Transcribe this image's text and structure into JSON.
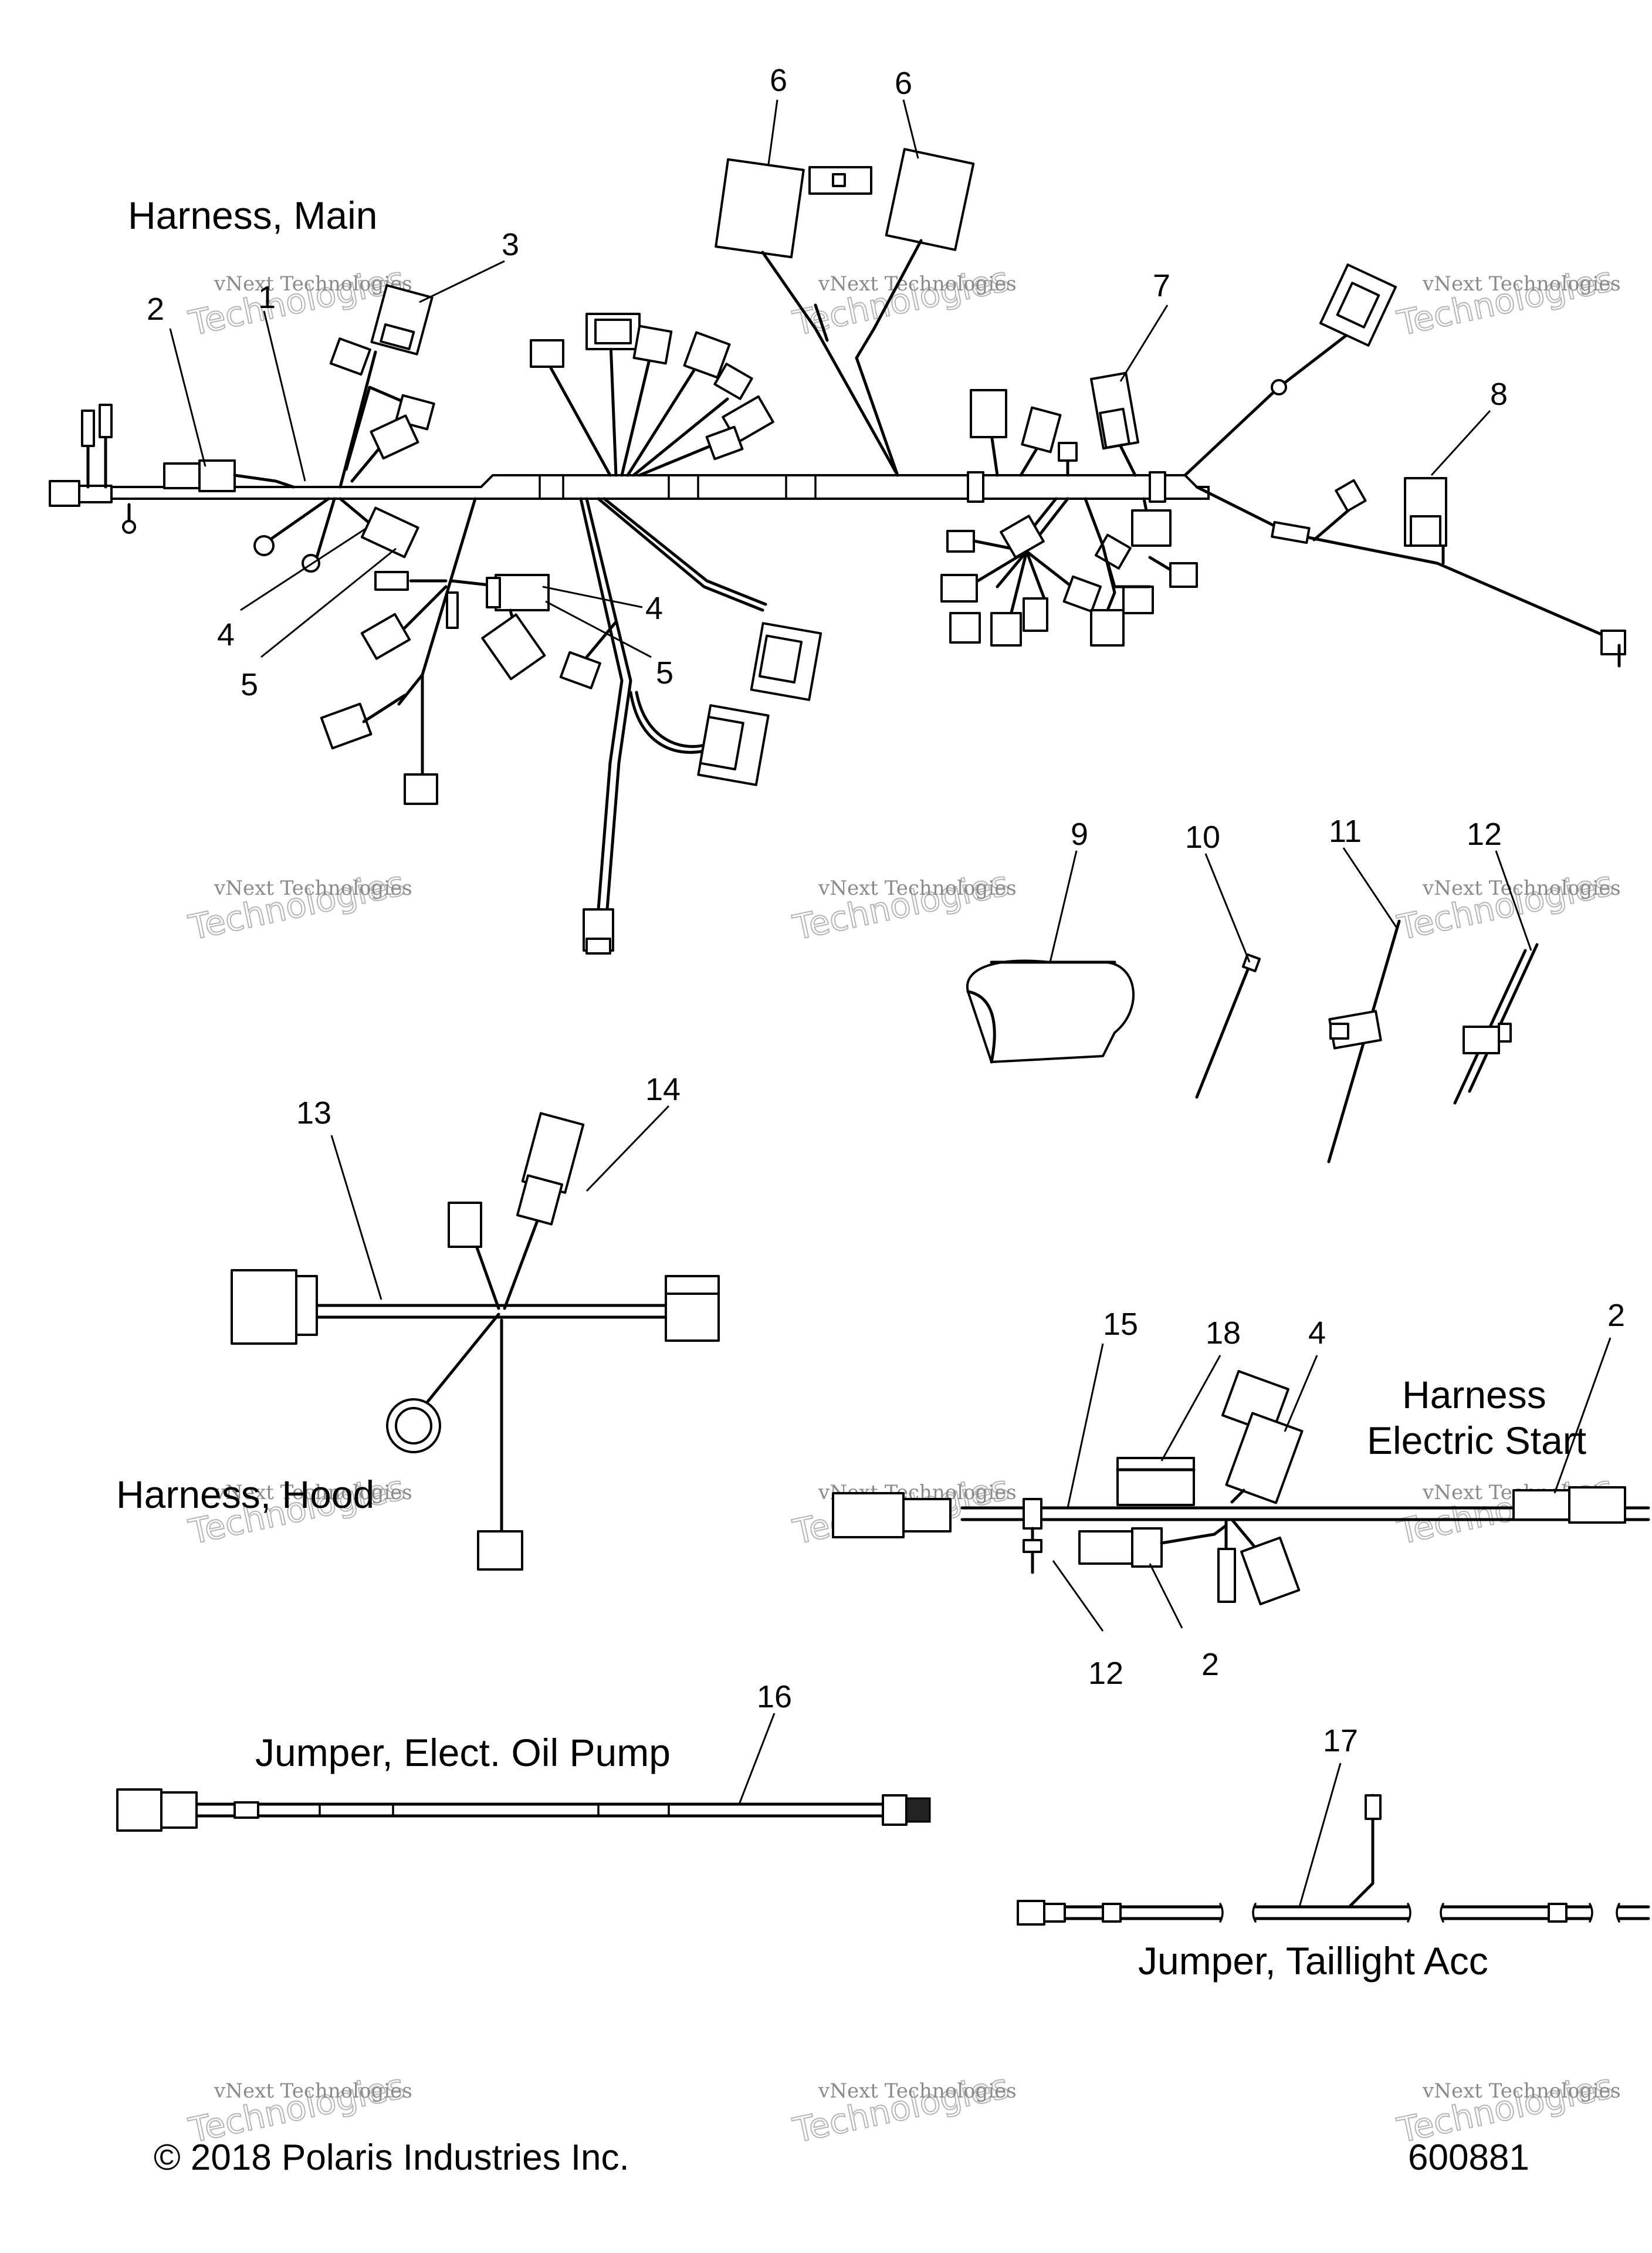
{
  "labels": {
    "harness_main": "Harness, Main",
    "harness_hood": "Harness, Hood",
    "harness_electric_start_line1": "Harness",
    "harness_electric_start_line2": "Electric Start",
    "jumper_oil_pump": "Jumper, Elect. Oil Pump",
    "jumper_taillight": "Jumper, Taillight Acc"
  },
  "callouts": {
    "c1": "1",
    "c2a": "2",
    "c3": "3",
    "c4a": "4",
    "c4b": "4",
    "c5a": "5",
    "c5b": "5",
    "c6a": "6",
    "c6b": "6",
    "c7": "7",
    "c8": "8",
    "c9": "9",
    "c10": "10",
    "c11": "11",
    "c12a": "12",
    "c13": "13",
    "c14": "14",
    "c15": "15",
    "c18": "18",
    "c4c": "4",
    "c2b": "2",
    "c12b": "12",
    "c2c": "2",
    "c16": "16",
    "c17": "17"
  },
  "watermark": {
    "line1": "vNext Technologies",
    "line2": "Technologies"
  },
  "footer": {
    "copyright": "© 2018 Polaris Industries Inc.",
    "diagram_number": "600881"
  }
}
